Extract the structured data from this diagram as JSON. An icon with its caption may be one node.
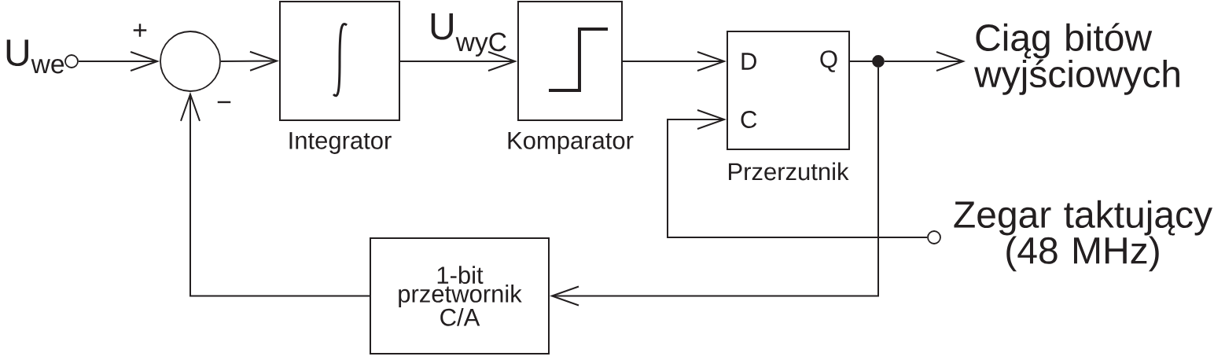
{
  "diagram": {
    "nodes": [
      {
        "text": [],
        "shape": "circle",
        "beside": [
          "U$_{we}$"
        ]
      },
      {
        "text": [],
        "shape": "circle"
      },
      {
        "text": [],
        "shape": "box",
        "beside": [
          "Integrator"
        ]
      },
      {
        "text": [],
        "shape": "box",
        "beside": [
          "Komparator"
        ]
      },
      {
        "text": [
          "D",
          "Q",
          "C"
        ],
        "beside": [
          "Przerzutnik"
        ]
      },
      {
        "text": [],
        "shape": "circle"
      },
      {
        "text": [
          "Ciąg bitów wyjściowych"
        ]
      },
      {
        "text": [],
        "shape": "circle",
        "beside": [
          "Zegar taktujący (48 MHz)"
        ]
      },
      {
        "text": [
          "1-bit przetwornik C/A"
        ]
      }
    ],
    "edges": [
      {
        "from": 0,
        "to": 1,
        "arrow": "to"
      },
      {
        "from": 1,
        "to": 2,
        "arrow": "to"
      },
      {
        "from": 2,
        "to": 3,
        "arrow": "to",
        "label": "U$_{wyC}$"
      },
      {
        "from": 3,
        "to": 4,
        "arrow": "to"
      },
      {
        "from": 4,
        "to": 5,
        "arrow": "none"
      },
      {
        "from": 5,
        "to": 6,
        "arrow": "to"
      },
      {
        "from": 5,
        "to": 8,
        "arrow": "to"
      },
      {
        "from": 8,
        "to": 1,
        "arrow": "to"
      },
      {
        "from": 7,
        "to": 4,
        "arrow": "to"
      }
    ],
    "labels": [
      "+",
      "−"
    ]
  }
}
